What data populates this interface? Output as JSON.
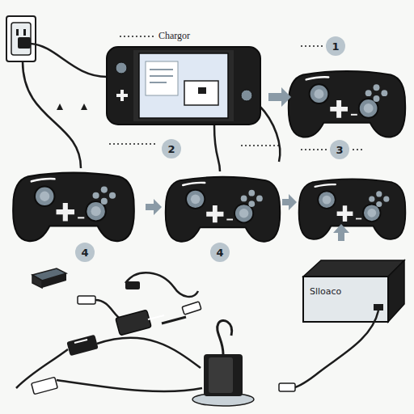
{
  "diagram": {
    "nodes": [
      {
        "text": [
          "1"
        ]
      },
      {
        "text": [
          "2"
        ]
      },
      {
        "text": [
          "3"
        ]
      },
      {
        "text": [
          "4"
        ]
      },
      {
        "text": [
          "4"
        ]
      }
    ],
    "labels": [
      "Chargor",
      "Slloaco"
    ]
  }
}
